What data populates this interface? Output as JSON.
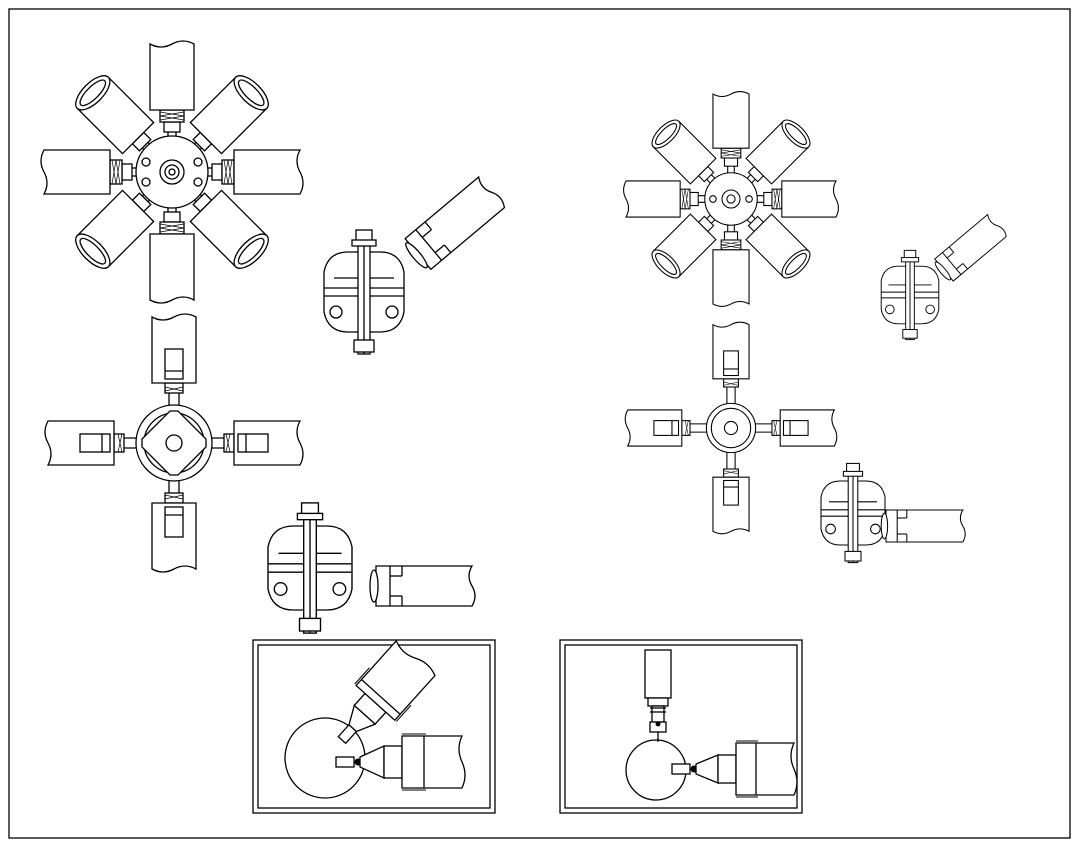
{
  "drawing": {
    "colors": {
      "line": "#000000",
      "paper": "#ffffff"
    },
    "views": [
      {
        "id": "hub-6-spoke-large"
      },
      {
        "id": "hub-4-spoke-large"
      },
      {
        "id": "clamp-angled-large"
      },
      {
        "id": "clamp-straight-large"
      },
      {
        "id": "hub-6-spoke-small"
      },
      {
        "id": "hub-4-spoke-small"
      },
      {
        "id": "clamp-angled-small"
      },
      {
        "id": "clamp-straight-small"
      },
      {
        "id": "detail-ball-joint-angled"
      },
      {
        "id": "detail-ball-joint-vertical"
      }
    ]
  }
}
